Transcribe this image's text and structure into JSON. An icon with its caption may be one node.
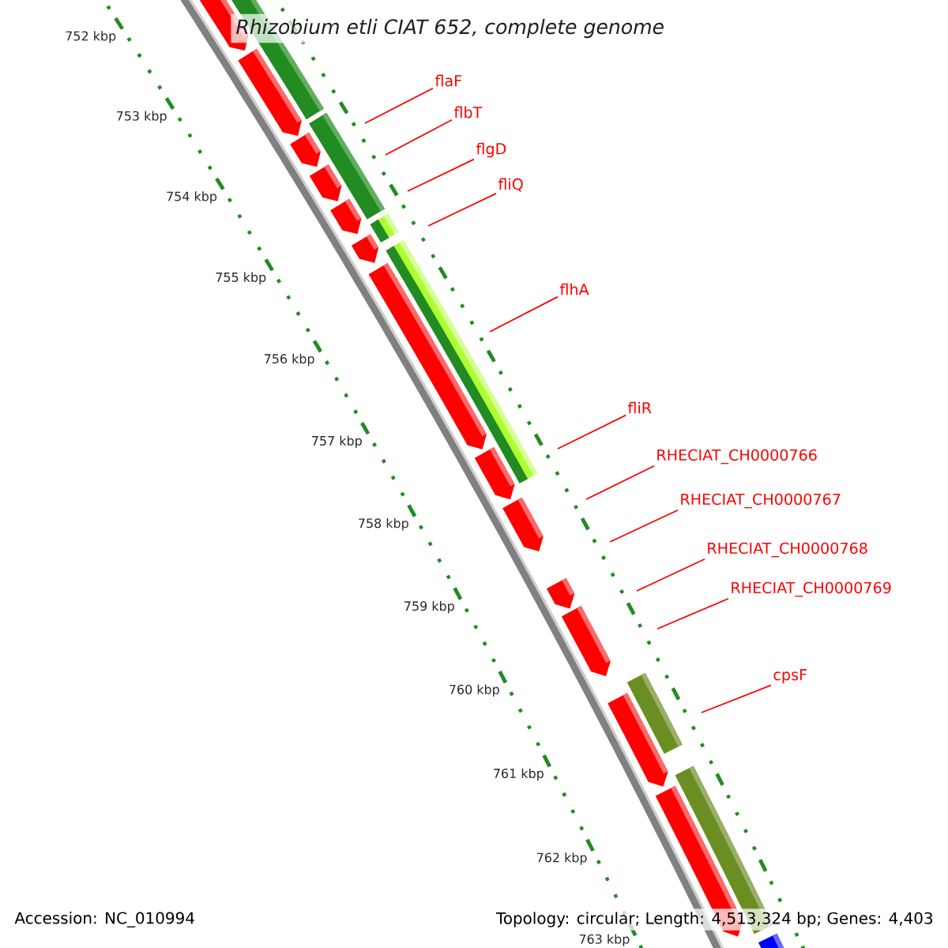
{
  "diagram": {
    "title": "Rhizobium etli CIAT 652, complete genome",
    "nodes": [
      {
        "text": [
          "flaF"
        ]
      },
      {
        "text": [
          "flbT"
        ]
      },
      {
        "text": [
          "flgD"
        ]
      },
      {
        "text": [
          "fliQ"
        ]
      },
      {
        "text": [
          "flhA"
        ]
      },
      {
        "text": [
          "fliR"
        ]
      },
      {
        "text": [
          "RHECIAT_CH0000766"
        ]
      },
      {
        "text": [
          "RHECIAT_CH0000767"
        ]
      },
      {
        "text": [
          "RHECIAT_CH0000768"
        ]
      },
      {
        "text": [
          "RHECIAT_CH0000769"
        ]
      },
      {
        "text": [
          "cpsF"
        ]
      }
    ],
    "edges": [
      {
        "from": 0,
        "to": null,
        "arrow": "none"
      },
      {
        "from": 1,
        "to": null,
        "arrow": "none"
      },
      {
        "from": 2,
        "to": null,
        "arrow": "none"
      },
      {
        "from": 3,
        "to": null,
        "arrow": "none"
      },
      {
        "from": 4,
        "to": null,
        "arrow": "none"
      },
      {
        "from": 5,
        "to": null,
        "arrow": "none"
      },
      {
        "from": 6,
        "to": null,
        "arrow": "none"
      },
      {
        "from": 7,
        "to": null,
        "arrow": "none"
      },
      {
        "from": 8,
        "to": null,
        "arrow": "none"
      },
      {
        "from": 9,
        "to": null,
        "arrow": "none"
      },
      {
        "from": 10,
        "to": null,
        "arrow": "none"
      }
    ],
    "labels": [
      "752 kbp",
      "753 kbp",
      "754 kbp",
      "755 kbp",
      "756 kbp",
      "757 kbp",
      "758 kbp",
      "759 kbp",
      "760 kbp",
      "761 kbp",
      "762 kbp",
      "763 kbp",
      "Accession: NC_010994",
      "Topology: circular; Length: 4,513,324 bp; Genes: 4,403"
    ]
  }
}
